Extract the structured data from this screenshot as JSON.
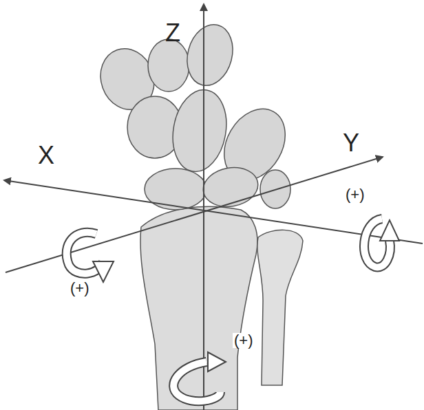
{
  "diagram": {
    "labels": [
      "Z",
      "X",
      "Y",
      "(+)",
      "(+)",
      "(+)"
    ]
  }
}
